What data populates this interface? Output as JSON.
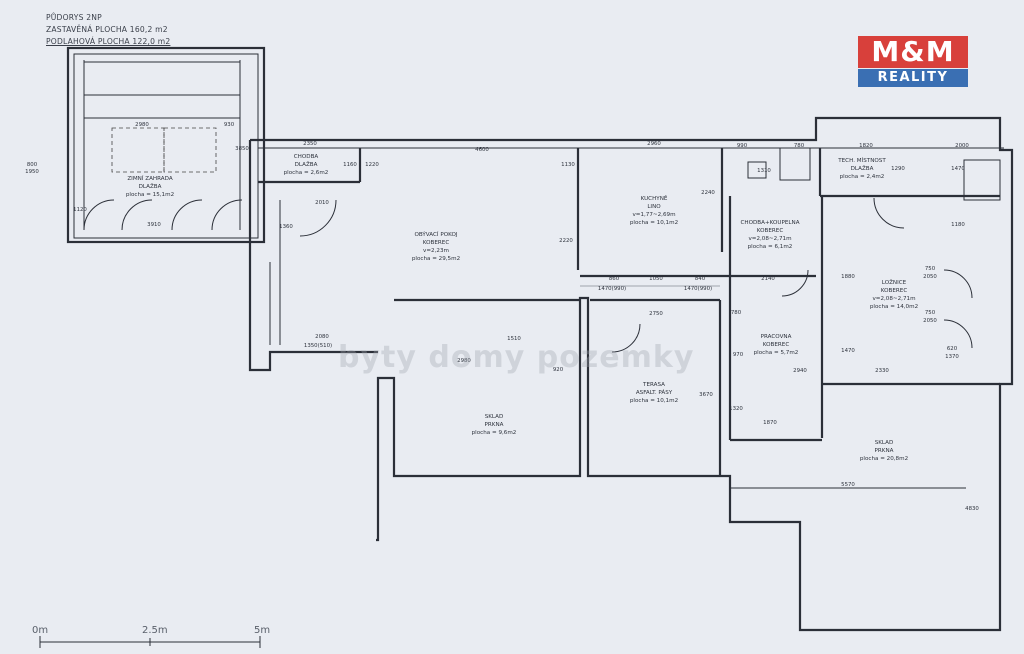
{
  "header": {
    "line1": "PŮDORYS 2NP",
    "line2": "ZASTAVĚNÁ PLOCHA 160,2 m2",
    "line3": "PODLAHOVÁ PLOCHA 122,0 m2"
  },
  "logo": {
    "top": "M&M",
    "bottom": "REALITY"
  },
  "watermark": "byty domy pozemky",
  "scale": {
    "zero": "0m",
    "mid": "2.5m",
    "end": "5m"
  },
  "rooms": {
    "zahrada": {
      "name": "ZIMNÍ ZAHRADA",
      "floor": "DLAŽBA",
      "area": "plocha = 15,1m2"
    },
    "chodba": {
      "name": "CHODBA",
      "floor": "DLAŽBA",
      "area": "plocha = 2,6m2"
    },
    "obyvaci": {
      "name": "OBÝVACÍ POKOJ",
      "floor": "KOBEREC",
      "height": "v=2,23m",
      "area": "plocha = 29,5m2"
    },
    "kuchyne": {
      "name": "KUCHYNĚ",
      "floor": "LINO",
      "height": "v=1,77~2,69m",
      "area": "plocha = 10,1m2"
    },
    "koupelna": {
      "name": "CHODBA+KOUPELNA",
      "floor": "KOBEREC",
      "height": "v=2,08~2,71m",
      "area": "plocha = 6,1m2"
    },
    "tech": {
      "name": "TECH. MÍSTNOST",
      "floor": "DLAŽBA",
      "area": "plocha = 2,4m2"
    },
    "loznice": {
      "name": "LOŽNICE",
      "floor": "KOBEREC",
      "height": "v=2,08~2,71m",
      "area": "plocha = 14,0m2"
    },
    "pracovna": {
      "name": "PRACOVNA",
      "floor": "KOBEREC",
      "area": "plocha = 5,7m2"
    },
    "terasa": {
      "name": "TERASA",
      "floor": "ASFALT. PÁSY",
      "area": "plocha = 10,1m2"
    },
    "sklad1": {
      "name": "SKLAD",
      "floor": "PRKNA",
      "area": "plocha = 9,6m2"
    },
    "sklad2": {
      "name": "SKLAD",
      "floor": "PRKNA",
      "area": "plocha = 20,8m2"
    }
  },
  "dims": {
    "d2980a": "2980",
    "d930": "930",
    "d3850": "3850",
    "d2350": "2350",
    "d4600": "4600",
    "d2960": "2960",
    "d990": "990",
    "d780": "780",
    "d1820": "1820",
    "d2000": "2000",
    "d1120": "1120",
    "d3910": "3910",
    "d800": "800",
    "d1950": "1950",
    "d1160": "1160",
    "d1220": "1220",
    "d1130": "1130",
    "d2240": "2240",
    "d2220": "2220",
    "d1310": "1310",
    "d1290": "1290",
    "d1470": "1470",
    "d1180": "1180",
    "d1360": "1360",
    "d2010": "2010",
    "d2080": "2080",
    "d860": "860",
    "d1050": "1050",
    "d840": "840",
    "d2140": "2140",
    "d1470b": "1470(990)",
    "d1470c": "1470(990)",
    "d2750": "2750",
    "d2980b": "2980",
    "d920": "920",
    "d1350": "1350(510)",
    "d1510": "1510",
    "d3670": "3670",
    "d2940": "2940",
    "d1320": "1320",
    "d1870": "1870",
    "d2330": "2330",
    "d5570": "5570",
    "d4830": "4830",
    "d750a": "750",
    "d2050": "2050",
    "d750b": "750",
    "d2050b": "2050",
    "d780b": "780",
    "d970": "970",
    "d1470d": "1470",
    "d1880": "1880",
    "d620": "620",
    "d1370": "1370"
  }
}
